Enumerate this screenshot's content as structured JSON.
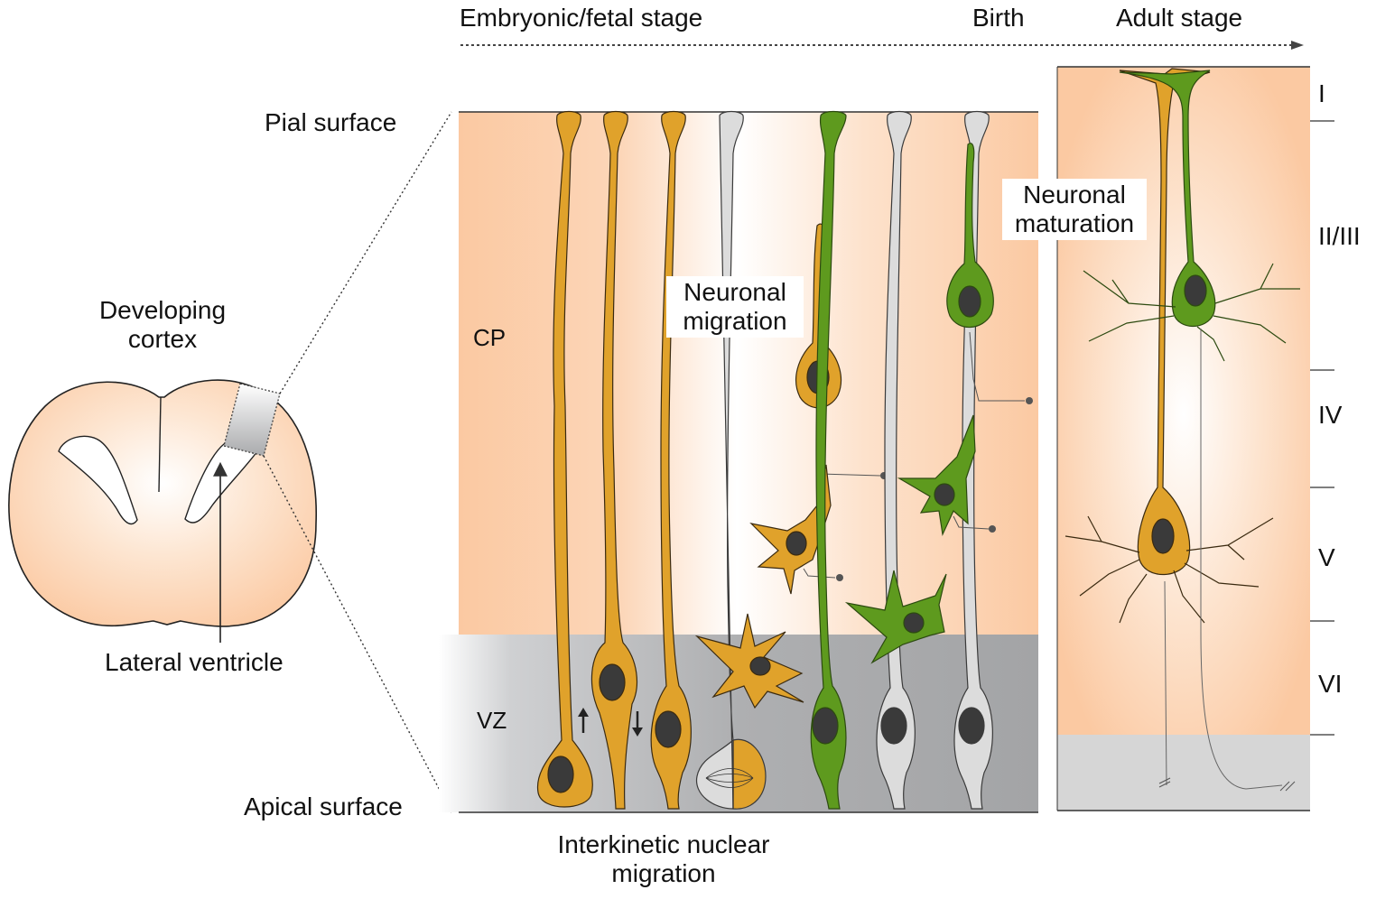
{
  "timeline": {
    "embryonic": "Embryonic/fetal stage",
    "birth": "Birth",
    "adult": "Adult stage"
  },
  "left": {
    "title_line1": "Developing",
    "title_line2": "cortex",
    "lateral_ventricle": "Lateral ventricle"
  },
  "surfaces": {
    "pial": "Pial surface",
    "apical": "Apical surface"
  },
  "zones": {
    "cp": "CP",
    "vz": "VZ"
  },
  "processes": {
    "migration_line1": "Neuronal",
    "migration_line2": "migration",
    "maturation_line1": "Neuronal",
    "maturation_line2": "maturation",
    "ink_line1": "Interkinetic nuclear",
    "ink_line2": "migration"
  },
  "layers": [
    "I",
    "II/III",
    "IV",
    "V",
    "VI"
  ],
  "colors": {
    "orange_cell": "#e0a22b",
    "green_cell": "#5e9a1e",
    "grey_cell": "#dcdcdc",
    "cortex_peach": "#fbc9a2",
    "vz_grey": "#a9aaac",
    "wm_grey": "#d6d6d6",
    "nucleus": "#3a3a3a"
  }
}
